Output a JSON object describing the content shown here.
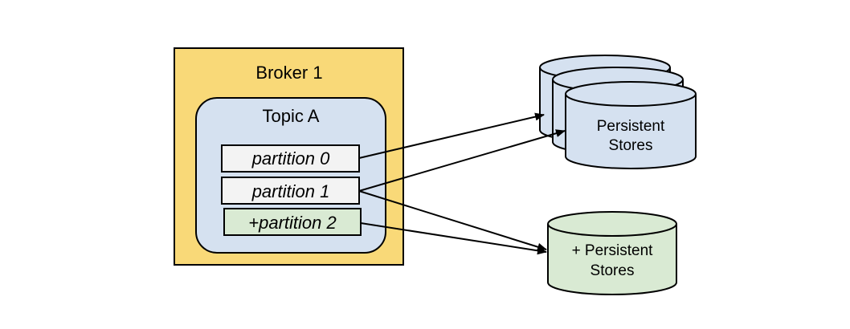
{
  "broker": {
    "title": "Broker 1",
    "fill": "#f9d978"
  },
  "topic": {
    "title": "Topic A",
    "fill": "#d5e1f0"
  },
  "partitions": [
    {
      "label": "partition 0",
      "fill": "#f3f3f3",
      "added": false
    },
    {
      "label": "partition 1",
      "fill": "#f3f3f3",
      "added": false
    },
    {
      "label": "+partition 2",
      "fill": "#d9ead3",
      "added": true
    }
  ],
  "stores": {
    "existing": {
      "line1": "Persistent",
      "line2": "Stores",
      "fill": "#d5e1f0",
      "stacked_count": 3
    },
    "added": {
      "line1": "+ Persistent",
      "line2": "Stores",
      "fill": "#d9ead3"
    }
  },
  "connections": [
    {
      "from": "partition 0",
      "to": "Persistent Stores"
    },
    {
      "from": "partition 1",
      "to": "Persistent Stores"
    },
    {
      "from": "partition 1",
      "to": "+ Persistent Stores"
    },
    {
      "from": "+partition 2",
      "to": "+ Persistent Stores"
    }
  ]
}
